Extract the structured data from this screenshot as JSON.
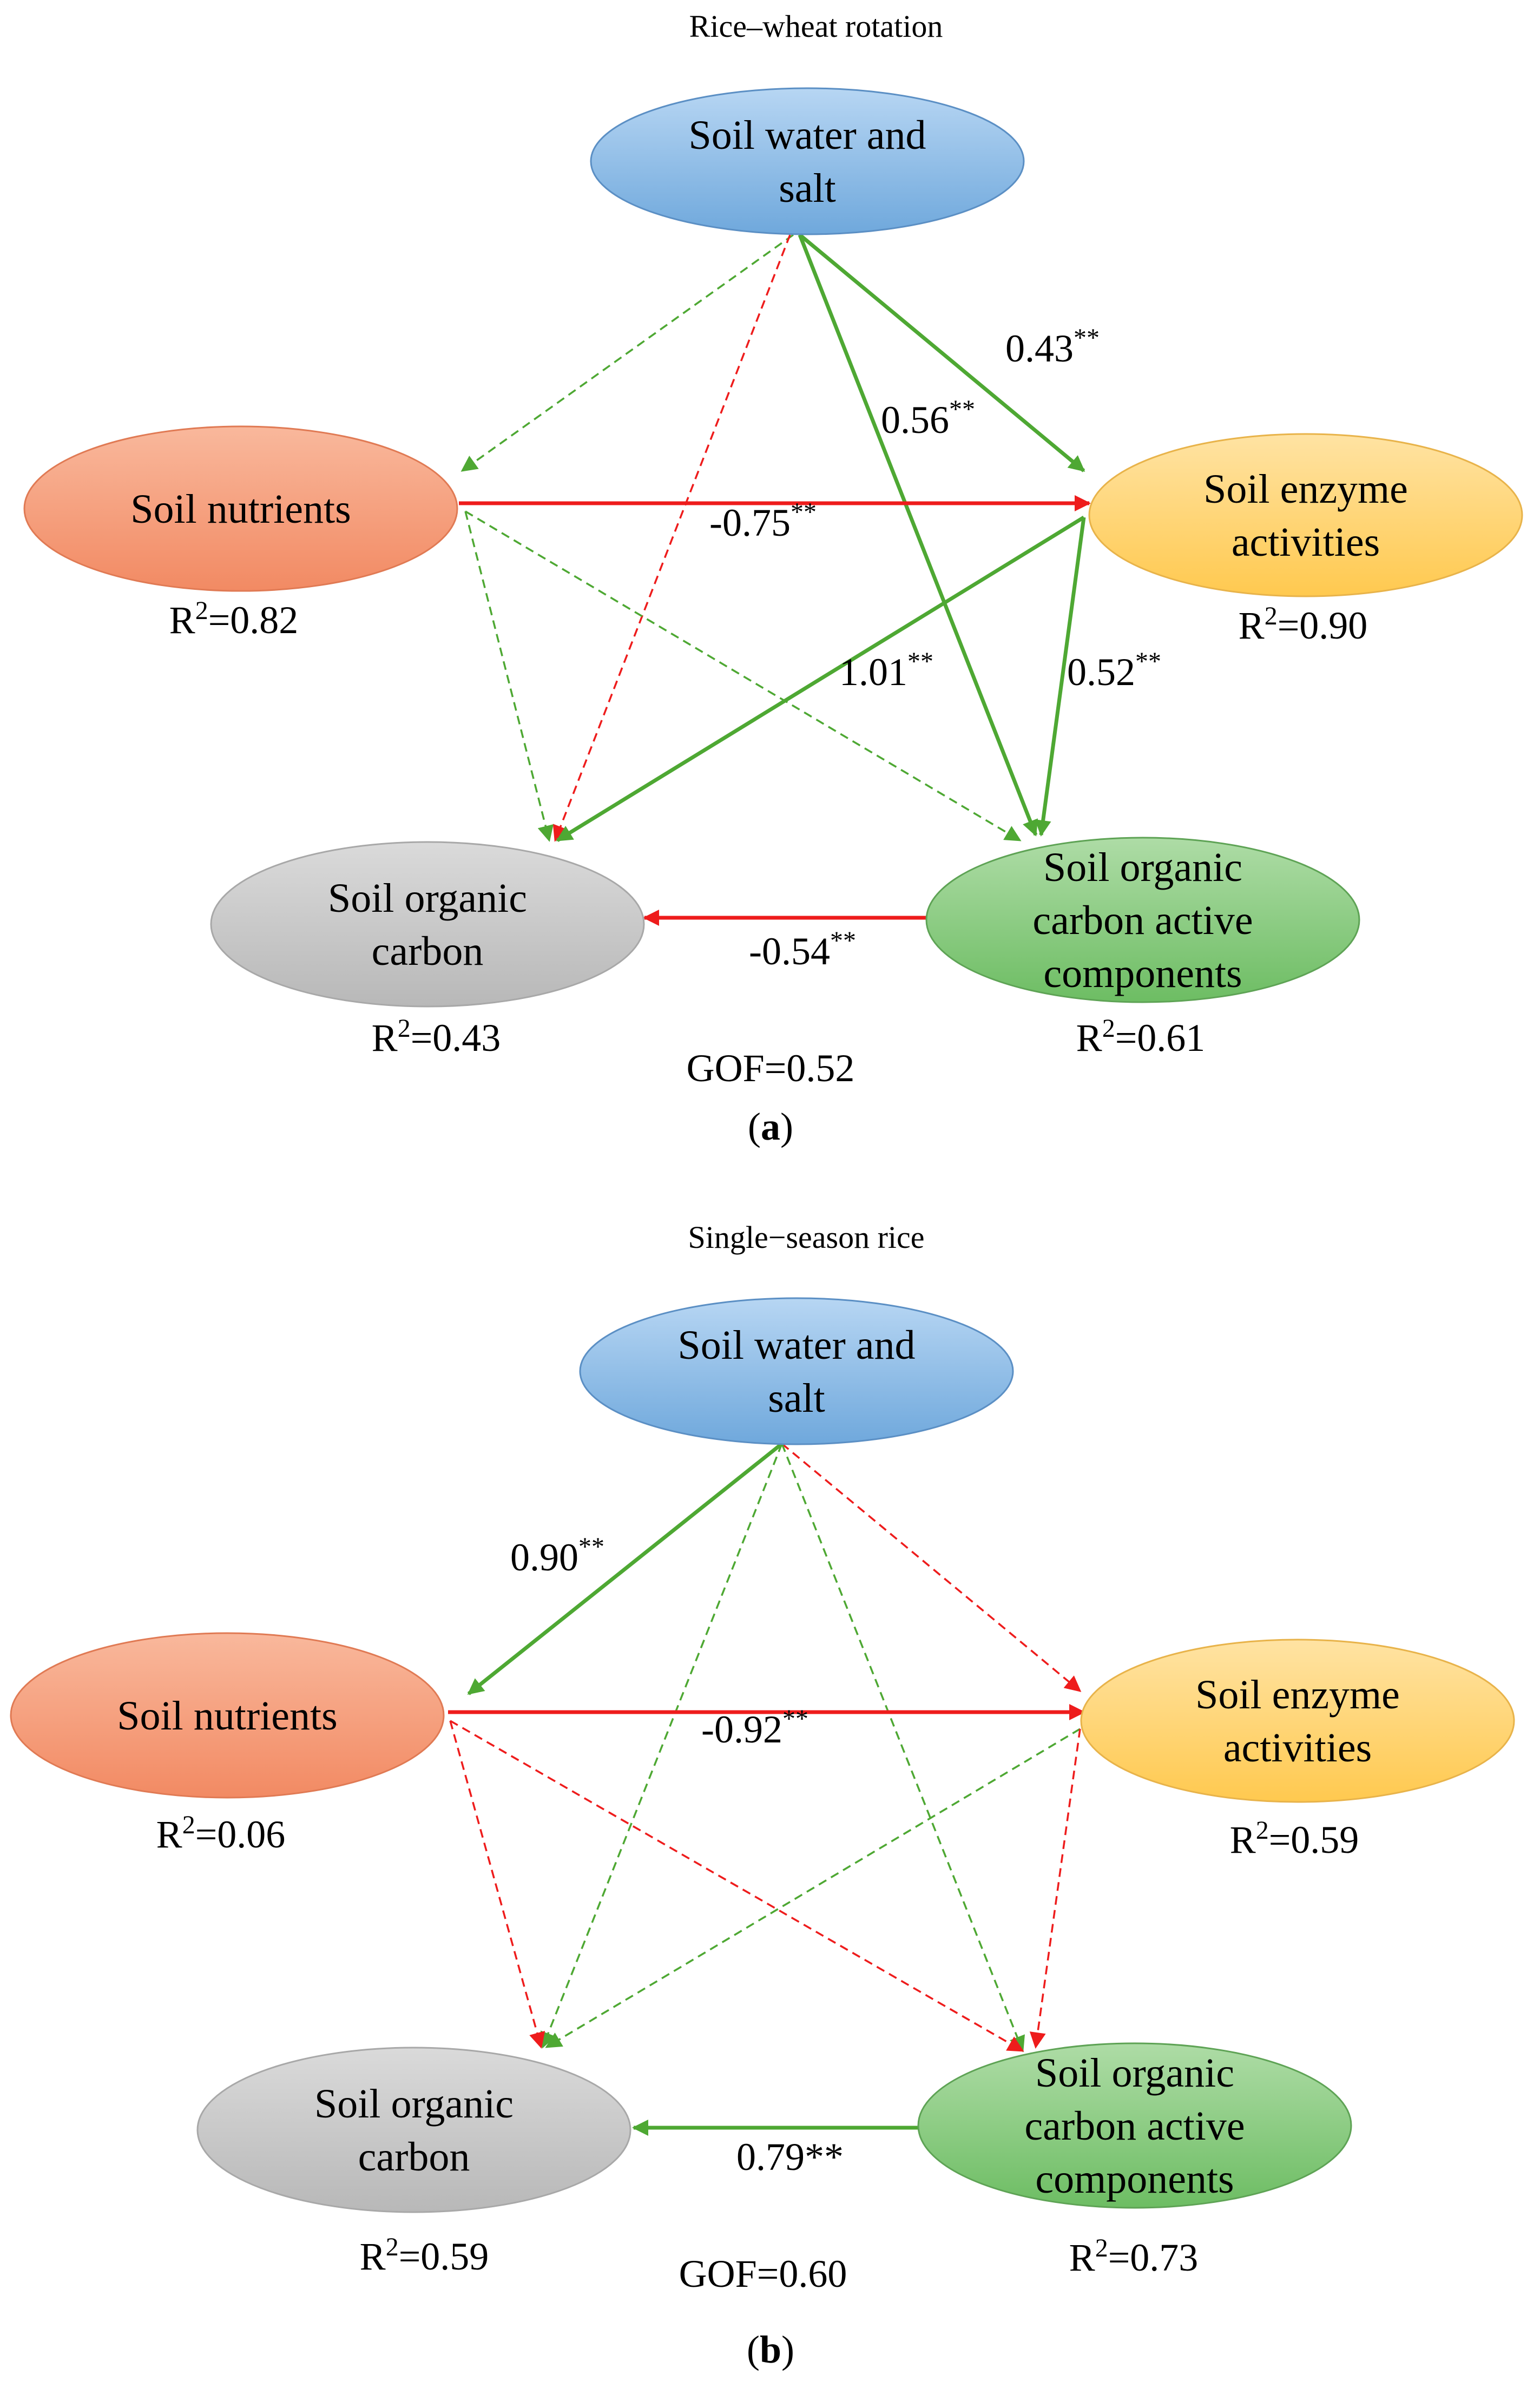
{
  "colors": {
    "green": "#4ea833",
    "red": "#ee1c1c",
    "water": "#8dbde6",
    "nutrients": "#f6a080",
    "enzyme": "#ffd278",
    "organic": "#c8c8c8",
    "active": "#8ccd84"
  },
  "panels": [
    {
      "id": "a",
      "title": "Rice–wheat rotation",
      "label": "a",
      "gof": "GOF=0.52",
      "nodes": {
        "water": {
          "lines": [
            "Soil water and",
            "salt"
          ]
        },
        "nutrients": {
          "lines": [
            "Soil nutrients"
          ],
          "r2": "0.82"
        },
        "enzyme": {
          "lines": [
            "Soil enzyme",
            "activities"
          ],
          "r2": "0.90"
        },
        "organic": {
          "lines": [
            "Soil organic",
            "carbon"
          ],
          "r2": "0.43"
        },
        "active": {
          "lines": [
            "Soil organic",
            "carbon  active",
            "components"
          ],
          "r2": "0.61"
        }
      },
      "paths": [
        {
          "from": "water",
          "to": "enzyme",
          "style": "solid",
          "color": "green",
          "value": "0.43",
          "sig": "**"
        },
        {
          "from": "water",
          "to": "active",
          "style": "solid",
          "color": "green",
          "value": "0.56",
          "sig": "**"
        },
        {
          "from": "water",
          "to": "nutrients",
          "style": "dashed",
          "color": "green"
        },
        {
          "from": "water",
          "to": "organic",
          "style": "dashed",
          "color": "red"
        },
        {
          "from": "nutrients",
          "to": "enzyme",
          "style": "solid",
          "color": "red",
          "value": "-0.75",
          "sig": "**"
        },
        {
          "from": "nutrients",
          "to": "organic",
          "style": "dashed",
          "color": "green"
        },
        {
          "from": "nutrients",
          "to": "active",
          "style": "dashed",
          "color": "green"
        },
        {
          "from": "enzyme",
          "to": "organic",
          "style": "solid",
          "color": "green",
          "value": "1.01",
          "sig": "**"
        },
        {
          "from": "enzyme",
          "to": "active",
          "style": "solid",
          "color": "green",
          "value": "0.52",
          "sig": "**"
        },
        {
          "from": "active",
          "to": "organic",
          "style": "solid",
          "color": "red",
          "value": "-0.54",
          "sig": "**"
        }
      ]
    },
    {
      "id": "b",
      "title": "Single−season rice",
      "label": "b",
      "gof": "GOF=0.60",
      "nodes": {
        "water": {
          "lines": [
            "Soil water and",
            "salt"
          ]
        },
        "nutrients": {
          "lines": [
            "Soil nutrients"
          ],
          "r2": "0.06"
        },
        "enzyme": {
          "lines": [
            "Soil enzyme",
            "activities"
          ],
          "r2": "0.59"
        },
        "organic": {
          "lines": [
            "Soil organic",
            "carbon"
          ],
          "r2": "0.59"
        },
        "active": {
          "lines": [
            "Soil organic",
            "carbon  active",
            "components"
          ],
          "r2": "0.73"
        }
      },
      "paths": [
        {
          "from": "water",
          "to": "nutrients",
          "style": "solid",
          "color": "green",
          "value": "0.90",
          "sig": "**"
        },
        {
          "from": "water",
          "to": "enzyme",
          "style": "dashed",
          "color": "red"
        },
        {
          "from": "water",
          "to": "organic",
          "style": "dashed",
          "color": "green"
        },
        {
          "from": "water",
          "to": "active",
          "style": "dashed",
          "color": "green"
        },
        {
          "from": "nutrients",
          "to": "enzyme",
          "style": "solid",
          "color": "red",
          "value": "-0.92",
          "sig": "**"
        },
        {
          "from": "nutrients",
          "to": "organic",
          "style": "dashed",
          "color": "red"
        },
        {
          "from": "nutrients",
          "to": "active",
          "style": "dashed",
          "color": "red"
        },
        {
          "from": "enzyme",
          "to": "organic",
          "style": "dashed",
          "color": "green"
        },
        {
          "from": "enzyme",
          "to": "active",
          "style": "dashed",
          "color": "red"
        },
        {
          "from": "active",
          "to": "organic",
          "style": "solid",
          "color": "green",
          "value": "0.79",
          "sig": "**",
          "sig_inline": true
        }
      ]
    }
  ]
}
